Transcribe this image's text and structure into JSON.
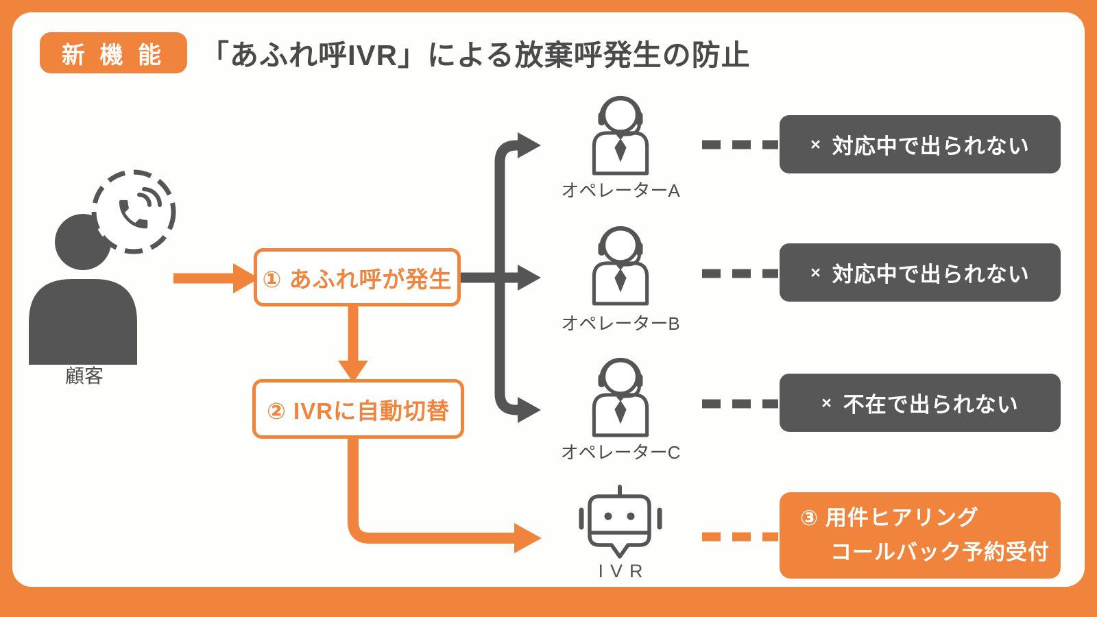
{
  "colors": {
    "orange": "#F0843C",
    "dark_gray": "#575757",
    "line_gray": "#555555",
    "title_text": "#4A4A4A",
    "white": "#FFFFFF"
  },
  "header": {
    "badge": "新 機 能",
    "title": "「あふれ呼IVR」による放棄呼発生の防止"
  },
  "customer": {
    "label": "顧客"
  },
  "flow": {
    "step1": "① あふれ呼が発生",
    "step2": "② IVRに自動切替"
  },
  "operators": [
    {
      "label": "オペレーターA",
      "status_mark": "×",
      "status": "対応中で出られない"
    },
    {
      "label": "オペレーターB",
      "status_mark": "×",
      "status": "対応中で出られない"
    },
    {
      "label": "オペレーターC",
      "status_mark": "×",
      "status": "不在で出られない"
    }
  ],
  "ivr": {
    "label": "IVR",
    "result_no": "③",
    "result_line1": "用件ヒアリング",
    "result_line2": "コールバック予約受付"
  }
}
